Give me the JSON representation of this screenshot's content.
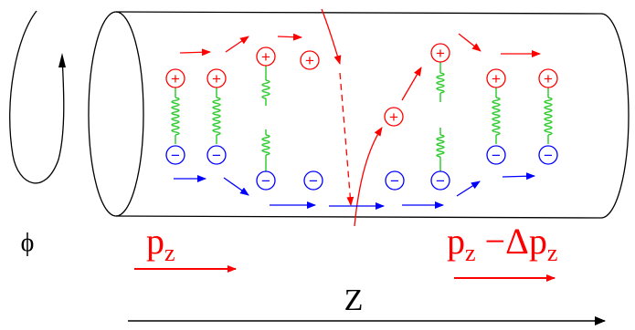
{
  "labels": {
    "phi": "ϕ",
    "pz_left_main": "p",
    "pz_left_sub": "z",
    "pz_right_main": "p",
    "pz_right_sub": "z",
    "pz_right_minus": " −Δp",
    "pz_right_sub2": "z",
    "z_axis": "Z"
  },
  "charges": {
    "plus": "+",
    "minus": "−"
  },
  "colors": {
    "positive": "#ff0000",
    "negative": "#0000ff",
    "spring": "#33cc33",
    "outline": "#000000"
  }
}
